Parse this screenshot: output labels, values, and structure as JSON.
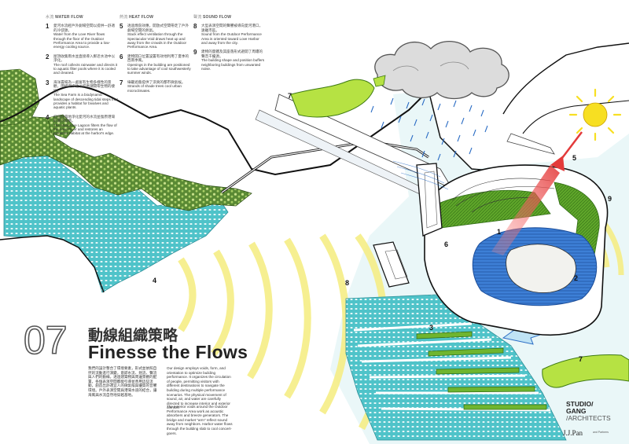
{
  "colors": {
    "mangrove_green": "#5a8a34",
    "lagoon_teal": "#4fc3c9",
    "water_light": "#d8f1f3",
    "flow_blue": "#2a6cc4",
    "sun_yellow": "#f7df22",
    "heat_red": "#e33a3a",
    "sound_yellow": "#f6ee86",
    "green_roof": "#6fb52f"
  },
  "columns": {
    "water": {
      "zh": "水流",
      "en": "WATER FLOW",
      "items": [
        {
          "num": "1",
          "zh": "愛河水流經戶外劇場空間以提供一舒適的冷卻源。",
          "en": "Water from the Love River flows through the floor of the Outdoor Performance Area to provide a low-energy cooling source."
        },
        {
          "num": "2",
          "zh": "屋頂收集雨水並直接導入鄰近水池中以淨化。",
          "en": "The roof collects rainwater and directs it to aquatic filter pools where it is cooled and cleaned."
        },
        {
          "num": "3",
          "zh": "海洋農場為一處富有生物多樣性的景觀，階梯潮汐池以提供潮間帶生物的棲地。",
          "en": "The Sea Farm is a biodynamic landscape of descending tidal steps that provides a habitat for bivalves and aquatic plants."
        },
        {
          "num": "4",
          "zh": "紅樹林濕地淨化愛河的水流並復原港灣的潮汐濕地。",
          "en": "The Mangrove Lagoon filters the flow of the Love River and restores an estuarine habitat at the harbor's edge."
        }
      ]
    },
    "heat": {
      "zh": "熱流",
      "en": "HEAT FLOW",
      "items": [
        {
          "num": "5",
          "zh": "透過煙囪效應，開放式空間帶走了戶外劇場空間的熱氣。",
          "en": "Stack effect ventilation through the Spectacular Void draws heat up and away from the crowds in the Outdoor Performance Area."
        },
        {
          "num": "6",
          "zh": "建物開口位置設置有效地利用了夏季的西南季風。",
          "en": "Openings in the building are positioned to take advantage of cool southwesterly summer winds."
        },
        {
          "num": "7",
          "zh": "綠籬遮蔭提供了涼爽的都市微氣候。",
          "en": "Strands of shade trees cool urban microclimates."
        }
      ]
    },
    "sound": {
      "zh": "聲流",
      "en": "SOUND FLOW",
      "items": [
        {
          "num": "8",
          "zh": "大型表演空間的聲響被導向愛河港口，遠離市區。",
          "en": "Sound from the Outdoor Performance Area is oriented toward Love Harbor and away from the city."
        },
        {
          "num": "9",
          "zh": "建物的量體及其座落形式避開了周遭的聲音干擾源。",
          "en": "The building shape and position buffers neighboring buildings from unwanted noise."
        }
      ]
    }
  },
  "diagram_labels": [
    "1",
    "2",
    "3",
    "4",
    "5",
    "6",
    "7",
    "7",
    "8",
    "9"
  ],
  "section": {
    "number": "07",
    "title_zh": "動線組織策略",
    "title_en": "Finesse the Flows"
  },
  "paragraphs": {
    "zh": "我們的設計整合了環境要素，形式並依照自然的流動進行演變，意即水流、熱流、聲流與人們的動線。透過建築物與周邊景觀的配置，各個表演空間都能引導並善用這些流動，創造出舒適宜人的微氣候與優質的音響環境。戶外表演空間與港灣水道的結合，讓海風與水流自然地穿越基地。",
    "en1": "Our design employs voids, form, and orientation to optimize building performance. It organizes the circulation of people, permitting visitors with different destinations to navigate the building during multiple performance scenarios. The physical movement of sound, air, and water are carefully directed to increase interior and exterior comfort.",
    "en2": "The exterior voids around the Outdoor Performance Area work as acoustic absorbers and breeze generators. The bridge and market \"arm\" reflect sound away from neighbors. Harbor water flows through the building slab to cool concert-goers."
  },
  "logo": {
    "line1": "STUDIO/",
    "line2": "GANG",
    "line3": "/ARCHITECTS",
    "partner": "J.J.Pan",
    "partner_sub": "and Partners"
  }
}
